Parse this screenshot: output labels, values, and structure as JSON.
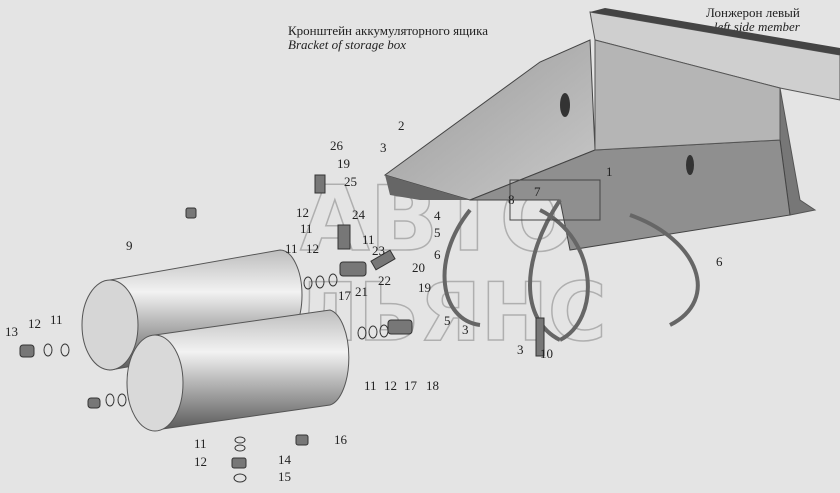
{
  "labels": {
    "bracket_ru": "Кронштейн аккумуляторного ящика",
    "bracket_en": "Bracket of storage box",
    "member_ru": "Лонжерон левый",
    "member_en": "left side member"
  },
  "watermark": "АВТО АЛЬЯНС",
  "callouts": [
    "26",
    "19",
    "25",
    "12",
    "11",
    "24",
    "11",
    "12",
    "11",
    "23",
    "20",
    "22",
    "17",
    "21",
    "19",
    "11",
    "12",
    "17",
    "18",
    "9",
    "13",
    "12",
    "11",
    "11",
    "12",
    "14",
    "15",
    "16",
    "2",
    "3",
    "8",
    "7",
    "4",
    "5",
    "6",
    "1",
    "6",
    "5",
    "3",
    "3",
    "10"
  ]
}
